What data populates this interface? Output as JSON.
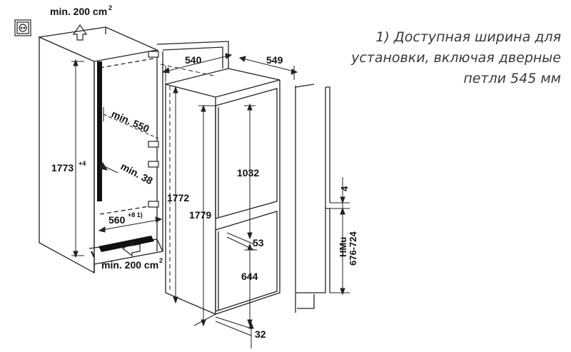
{
  "note": {
    "line1": "1) Доступная ширина для",
    "line2": "установки, включая дверные",
    "line3": "петли 545 мм"
  },
  "labels": {
    "vent_top": "min. 200 cm",
    "vent_top_sup": "2",
    "vent_bottom": "min. 200 cm",
    "vent_bottom_sup": "2",
    "niche_height": "1773",
    "niche_height_sup": "+4",
    "depth_min": "min. 550",
    "gap_min": "min. 38",
    "niche_width": "560",
    "niche_width_sup": "+8 1)",
    "appliance_width": "540",
    "appliance_depth": "549",
    "appliance_height": "1772",
    "door_height_total": "1779",
    "upper_door_height": "1032",
    "door_gap": "53",
    "lower_door_height": "644",
    "door_offset": "32",
    "gap_small": "4",
    "hmu_label": "HMu",
    "hmu_range": "676-724"
  },
  "colors": {
    "line": "#222222",
    "fill_dark": "#111111",
    "note_text": "#3a3a3a"
  },
  "icons": {
    "socket": "socket-icon"
  }
}
